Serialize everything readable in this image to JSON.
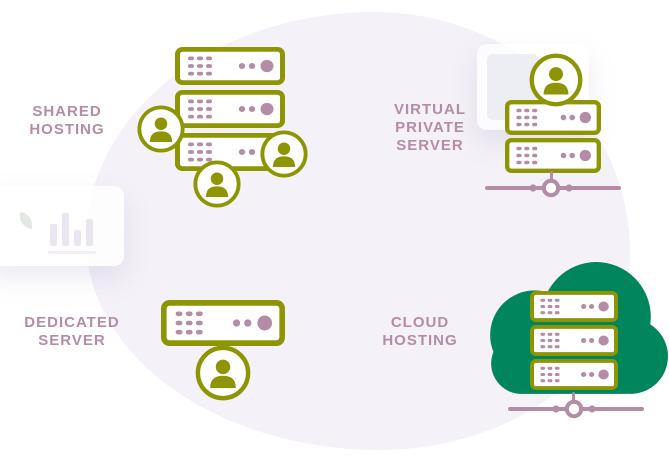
{
  "diagram": {
    "type": "hosting-comparison-illustration",
    "groups": [
      {
        "id": "shared-hosting",
        "label": {
          "line1": "SHARED",
          "line2": "HOSTING"
        },
        "server_count": 3,
        "user_count": 3,
        "has_network_line": false,
        "has_cloud": false
      },
      {
        "id": "virtual-private-server",
        "label": {
          "line1": "VIRTUAL",
          "line2": "PRIVATE",
          "line3": "SERVER"
        },
        "server_count": 2,
        "user_count": 1,
        "has_network_line": true,
        "has_cloud": false
      },
      {
        "id": "dedicated-server",
        "label": {
          "line1": "DEDICATED",
          "line2": "SERVER"
        },
        "server_count": 1,
        "user_count": 1,
        "has_network_line": false,
        "has_cloud": false
      },
      {
        "id": "cloud-hosting",
        "label": {
          "line1": "CLOUD",
          "line2": "HOSTING"
        },
        "server_count": 3,
        "user_count": 0,
        "has_network_line": true,
        "has_cloud": true
      }
    ],
    "icons": {
      "server-icon": "rounded-rect with dash grid and indicator dots",
      "user-icon": "person silhouette inside outlined circle",
      "network-node-icon": "horizontal line with center node and flanking dots",
      "cloud-icon": "solid cloud shape",
      "bar-chart-icon": "faint vertical bars",
      "leaf-icon": "faint leaf shape"
    },
    "colors": {
      "label_text": "#b48ca6",
      "server_outline": "#8e9504",
      "server_details": "#b48ca6",
      "person_fill": "#8e9504",
      "cloud_fill": "#00855c",
      "network_line": "#b48ca6",
      "background_blob": "#f4f1f8",
      "ghost_card": "#ffffff"
    }
  }
}
